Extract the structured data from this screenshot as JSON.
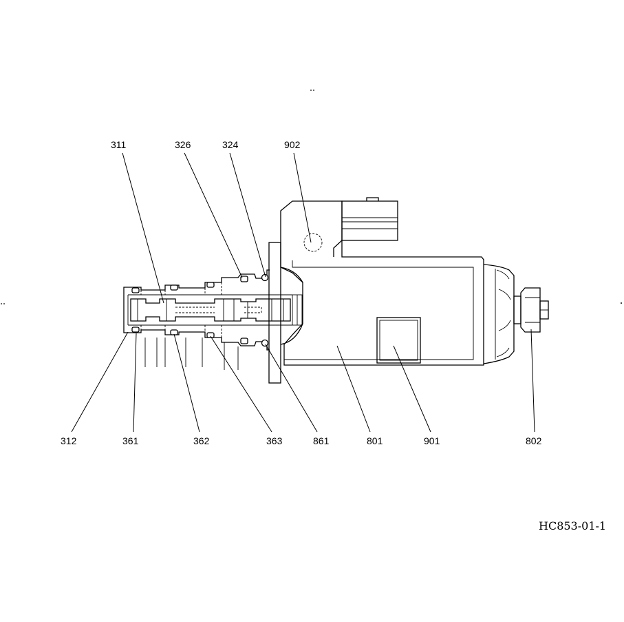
{
  "drawing": {
    "code": "HC853-01-1",
    "part_labels": {
      "p311": "311",
      "p326": "326",
      "p324": "324",
      "p902": "902",
      "p312": "312",
      "p361": "361",
      "p362": "362",
      "p363": "363",
      "p861": "861",
      "p801": "801",
      "p901": "901",
      "p802": "802"
    }
  }
}
